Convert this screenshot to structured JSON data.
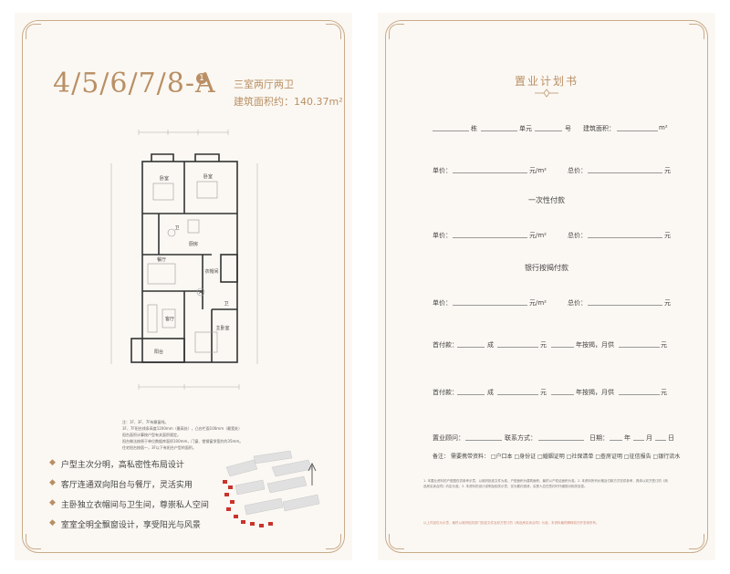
{
  "left": {
    "model": "4/5/6/7/8-A",
    "model_badge": "1",
    "layout_text": "三室两厅两卫",
    "area_text": "建筑面积约：140.37m²",
    "plan_labels": {
      "bedroom1": "卧室",
      "bedroom2": "卧室",
      "bedroom3": "主卧室",
      "living": "客厅",
      "dining": "餐厅",
      "kitchen": "厨房",
      "balcony": "阳台",
      "cloak": "衣帽间",
      "bath1": "卫",
      "bath2": "卫",
      "marker": "A"
    },
    "notes": [
      "注：1F、3F、7F有飘窗线。",
      "3F、7F阳台线条高度1200mm（最高处），凸台栏面100mm（最宽处）",
      "阳台面积计算按户型有关面积规定。",
      "阳台做法按原于单位数据库面积100mm，门窗、塑钢窗净宽约约35mm。",
      "住宅阳台按面一，3F以下有阳台户型的面积。"
    ],
    "features": [
      "户型主次分明，高私密性布局设计",
      "客厅连通双向阳台与餐厅，灵活实用",
      "主卧独立衣帽间与卫生间，尊崇私人空间",
      "室室全明全飘窗设计，享受阳光与风景"
    ]
  },
  "right": {
    "title": "置业计划书",
    "row1": {
      "building": "栋",
      "unit": "单元",
      "room": "号",
      "area_label": "建筑面积：",
      "area_unit": "m²"
    },
    "row2": {
      "price_label": "单价：",
      "price_unit": "元/m²",
      "total_label": "总价：",
      "total_unit": "元"
    },
    "section_cash": "一次性付款",
    "row3": {
      "price_label": "单价：",
      "price_unit": "元/m²",
      "total_label": "总价：",
      "total_unit": "元"
    },
    "section_loan": "银行按揭付款",
    "row4": {
      "price_label": "单价：",
      "price_unit": "元/m²",
      "total_label": "总价：",
      "total_unit": "元"
    },
    "row5": {
      "down_label": "首付款：",
      "or": "成",
      "yuan": "元",
      "loan_label": "年按揭，月供",
      "yuan2": "元"
    },
    "row6": {
      "down_label": "首付款：",
      "or": "成",
      "yuan": "元",
      "loan_label": "年按揭，月供",
      "yuan2": "元"
    },
    "row7": {
      "consultant": "置业顾问：",
      "phone": "联系方式：",
      "date": "日期：",
      "year": "年",
      "month": "月",
      "day": "日"
    },
    "row8": {
      "label": "备注：",
      "needs": "需要携带资料：",
      "items": [
        "户口本",
        "身份证",
        "婚姻证明",
        "社保清单",
        "查房证明",
        "征信报告",
        "银行流水"
      ]
    },
    "remark_text": "1. 本置业资料的户型图仅供参考示意，以政府批准文件为准。户型面积为建筑面积，最终以产权证面积为准。2. 本资料所列价格及付款方式仅供参考，具体以双方签订的《商品房买卖合同》约定为准。3. 本资料的设计说明及相关示意，仅为要约邀请，买受人应在签约时仔细核对相关信息。",
    "footnote_text": "以上内容仅为示意，最终以政府相关部门批准文件及双方签订的《商品房买卖合同》为准。本资料最终解释权归开发商所有。"
  },
  "colors": {
    "accent": "#b98f64",
    "frame": "#c9ab8a",
    "paper": "#fbf8f3"
  }
}
